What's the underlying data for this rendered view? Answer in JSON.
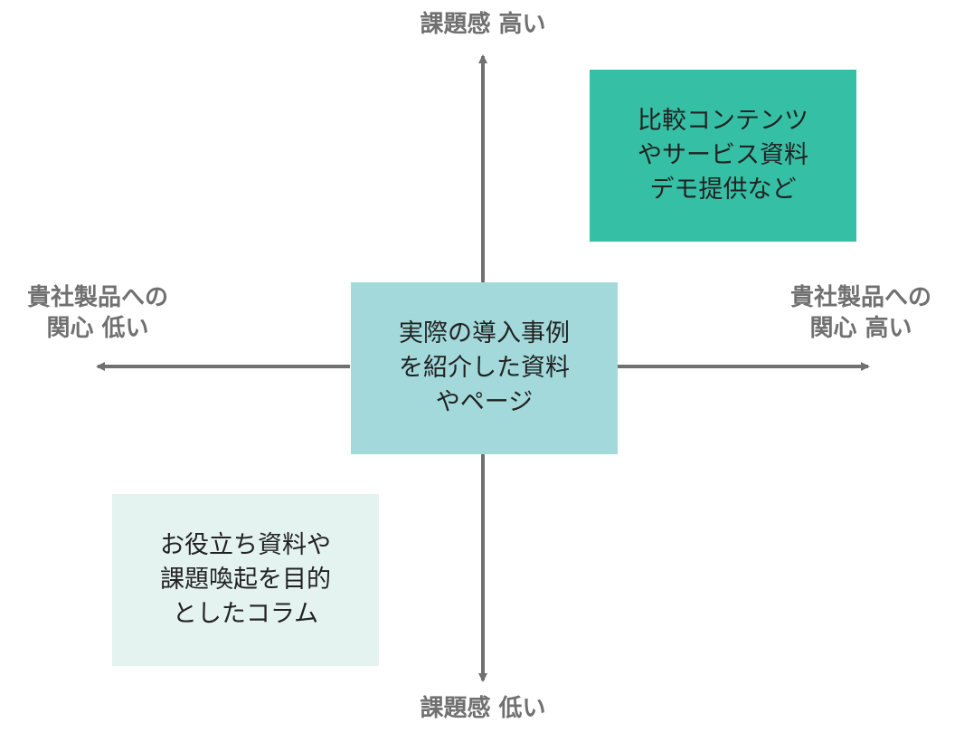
{
  "colors": {
    "axis": "#707070",
    "box_top_right": "#35c0a6",
    "box_center": "#a3d9db",
    "box_bottom_left": "#e4f2f0"
  },
  "axes": {
    "top": "課題感 高い",
    "bottom": "課題感 低い",
    "left": [
      "貴社製品への",
      "関心 低い"
    ],
    "right": [
      "貴社製品への",
      "関心 高い"
    ]
  },
  "boxes": {
    "top_right": [
      "比較コンテンツ",
      "やサービス資料",
      "デモ提供など"
    ],
    "center": [
      "実際の導入事例",
      "を紹介した資料",
      "やページ"
    ],
    "bottom_left": [
      "お役立ち資料や",
      "課題喚起を目的",
      "としたコラム"
    ]
  }
}
